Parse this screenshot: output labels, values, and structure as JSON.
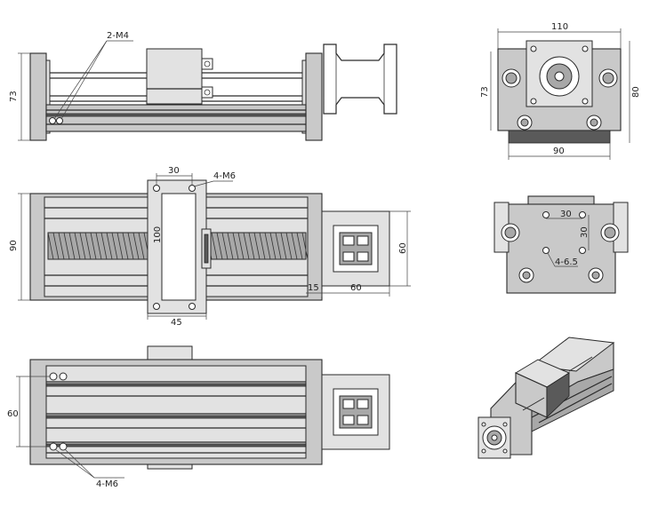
{
  "labels": {
    "top_view": {
      "hole_note": "2-M4",
      "height": "73"
    },
    "front_view": {
      "top_spacing": "30",
      "hole_note": "4-M6",
      "height": "90",
      "carriage_length": "100",
      "carriage_width": "45",
      "end_offset": "15",
      "end_width": "60",
      "end_height": "60"
    },
    "bottom_view": {
      "height": "60",
      "hole_note": "4-M6"
    },
    "end_view": {
      "width_top": "110",
      "height_left": "73",
      "height_right": "80",
      "width_bottom": "90"
    },
    "carriage_view": {
      "spacing_h": "30",
      "spacing_v": "30",
      "hole_note": "4-6.5"
    }
  },
  "colors": {
    "line": "#2a2a2a",
    "body_fill": "#c9c9c9",
    "dark_fill": "#5a5a5a"
  }
}
